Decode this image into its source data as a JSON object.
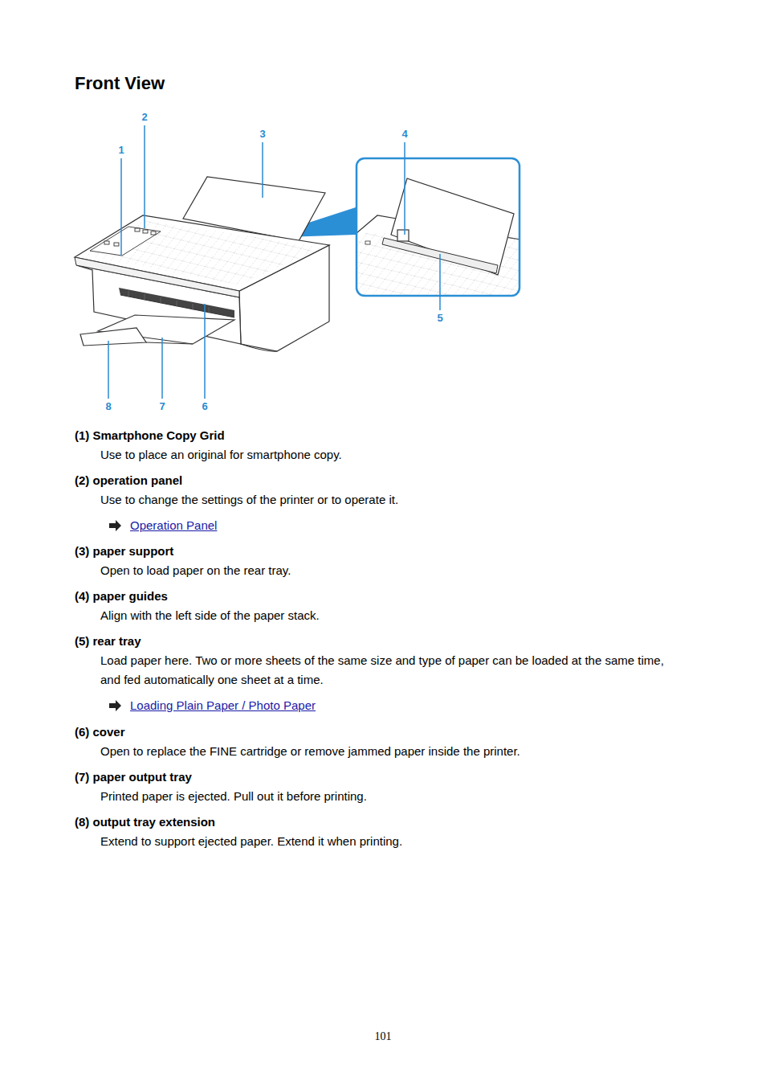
{
  "diagram": {
    "title": "Front View",
    "labels": [
      "2",
      "3",
      "4",
      "1",
      "5",
      "8",
      "7",
      "6",
      "(1) Smartphone Copy Grid",
      "Use to place an original for smartphone copy.",
      "(2) operation panel",
      "Use to change the settings of the printer or to operate it.",
      "Operation Panel",
      "(3) paper support",
      "Open to load paper on the rear tray.",
      "(4) paper guides",
      "Align with the left side of the paper stack.",
      "(5) rear tray",
      "Load paper here. Two or more sheets of the same size and type of paper can be loaded at the same time, and fed automatically one sheet at a time.",
      "Loading Plain Paper / Photo Paper",
      "(6) cover",
      "Open to replace the FINE cartridge or remove jammed paper inside the printer.",
      "(7) paper output tray",
      "Printed paper is ejected. Pull out it before printing.",
      "(8) output tray extension",
      "Extend to support ejected paper. Extend it when printing.",
      "101"
    ]
  }
}
